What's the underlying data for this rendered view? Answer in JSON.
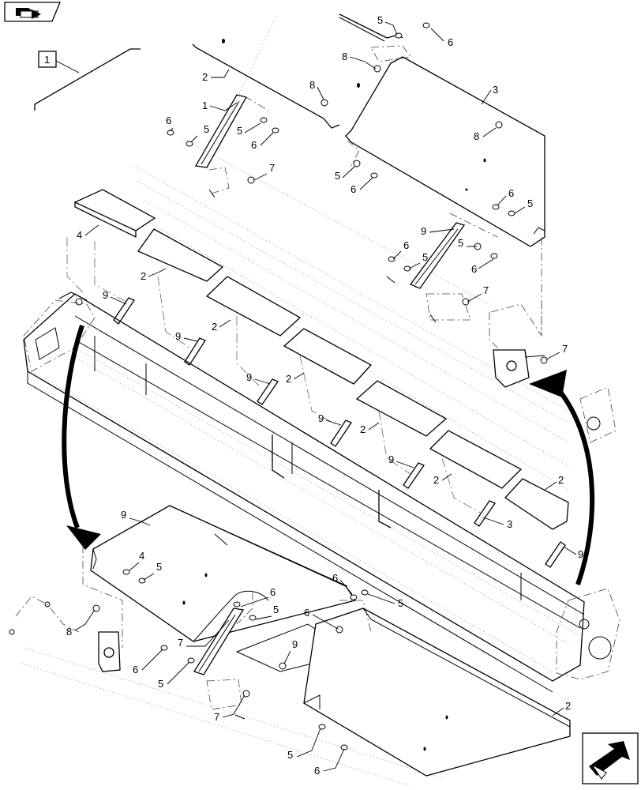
{
  "diagram": {
    "reference_box_label": "1",
    "callouts": [
      {
        "id": "c-2a",
        "text": "2"
      },
      {
        "id": "c-1",
        "text": "1"
      },
      {
        "id": "c-5a",
        "text": "5"
      },
      {
        "id": "c-6a",
        "text": "6"
      },
      {
        "id": "c-8a",
        "text": "8"
      },
      {
        "id": "c-8b",
        "text": "8"
      },
      {
        "id": "c-3a",
        "text": "3"
      },
      {
        "id": "c-6b",
        "text": "6"
      },
      {
        "id": "c-5b",
        "text": "5"
      },
      {
        "id": "c-5c",
        "text": "5"
      },
      {
        "id": "c-6c",
        "text": "6"
      },
      {
        "id": "c-8c",
        "text": "8"
      },
      {
        "id": "c-7a",
        "text": "7"
      },
      {
        "id": "c-5d",
        "text": "5"
      },
      {
        "id": "c-6d",
        "text": "6"
      },
      {
        "id": "c-6e",
        "text": "6"
      },
      {
        "id": "c-5e",
        "text": "5"
      },
      {
        "id": "c-4a",
        "text": "4"
      },
      {
        "id": "c-9a",
        "text": "9"
      },
      {
        "id": "c-6f",
        "text": "6"
      },
      {
        "id": "c-5f",
        "text": "5"
      },
      {
        "id": "c-5g",
        "text": "5"
      },
      {
        "id": "c-6g",
        "text": "6"
      },
      {
        "id": "c-2b",
        "text": "2"
      },
      {
        "id": "c-7b",
        "text": "7"
      },
      {
        "id": "c-9b",
        "text": "9"
      },
      {
        "id": "c-7c",
        "text": "7"
      },
      {
        "id": "c-2c",
        "text": "2"
      },
      {
        "id": "c-9c",
        "text": "9"
      },
      {
        "id": "c-2d",
        "text": "2"
      },
      {
        "id": "c-9d",
        "text": "9"
      },
      {
        "id": "c-2e",
        "text": "2"
      },
      {
        "id": "c-9e",
        "text": "9"
      },
      {
        "id": "c-2f",
        "text": "2"
      },
      {
        "id": "c-9f",
        "text": "9"
      },
      {
        "id": "c-2g",
        "text": "2"
      },
      {
        "id": "c-3b",
        "text": "3"
      },
      {
        "id": "c-9g",
        "text": "9"
      },
      {
        "id": "c-9h",
        "text": "9"
      },
      {
        "id": "c-4b",
        "text": "4"
      },
      {
        "id": "c-5h",
        "text": "5"
      },
      {
        "id": "c-6h",
        "text": "6"
      },
      {
        "id": "c-5i",
        "text": "5"
      },
      {
        "id": "c-6i",
        "text": "6"
      },
      {
        "id": "c-5j",
        "text": "5"
      },
      {
        "id": "c-6j",
        "text": "6"
      },
      {
        "id": "c-8d",
        "text": "8"
      },
      {
        "id": "c-7d",
        "text": "7"
      },
      {
        "id": "c-9i",
        "text": "9"
      },
      {
        "id": "c-6k",
        "text": "6"
      },
      {
        "id": "c-5k",
        "text": "5"
      },
      {
        "id": "c-7e",
        "text": "7"
      },
      {
        "id": "c-2h",
        "text": "2"
      },
      {
        "id": "c-5l",
        "text": "5"
      },
      {
        "id": "c-6l",
        "text": "6"
      }
    ]
  }
}
